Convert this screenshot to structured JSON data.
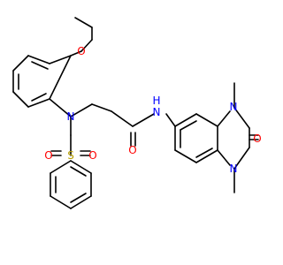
{
  "molecule": {
    "atom_labels": {
      "o_ethoxy": "O",
      "n_sulfonamide": "N",
      "s_sulfonyl": "S",
      "o_sulfonyl_left": "O",
      "o_sulfonyl_right": "O",
      "o_amide": "O",
      "n_amide": "N",
      "h_amide": "H",
      "n_ring_top": "N",
      "n_ring_bottom": "N",
      "o_urea": "O"
    },
    "colors": {
      "bond": "#000000",
      "oxygen": "#ff0000",
      "nitrogen": "#0000ff",
      "sulfur": "#b8a000"
    }
  }
}
